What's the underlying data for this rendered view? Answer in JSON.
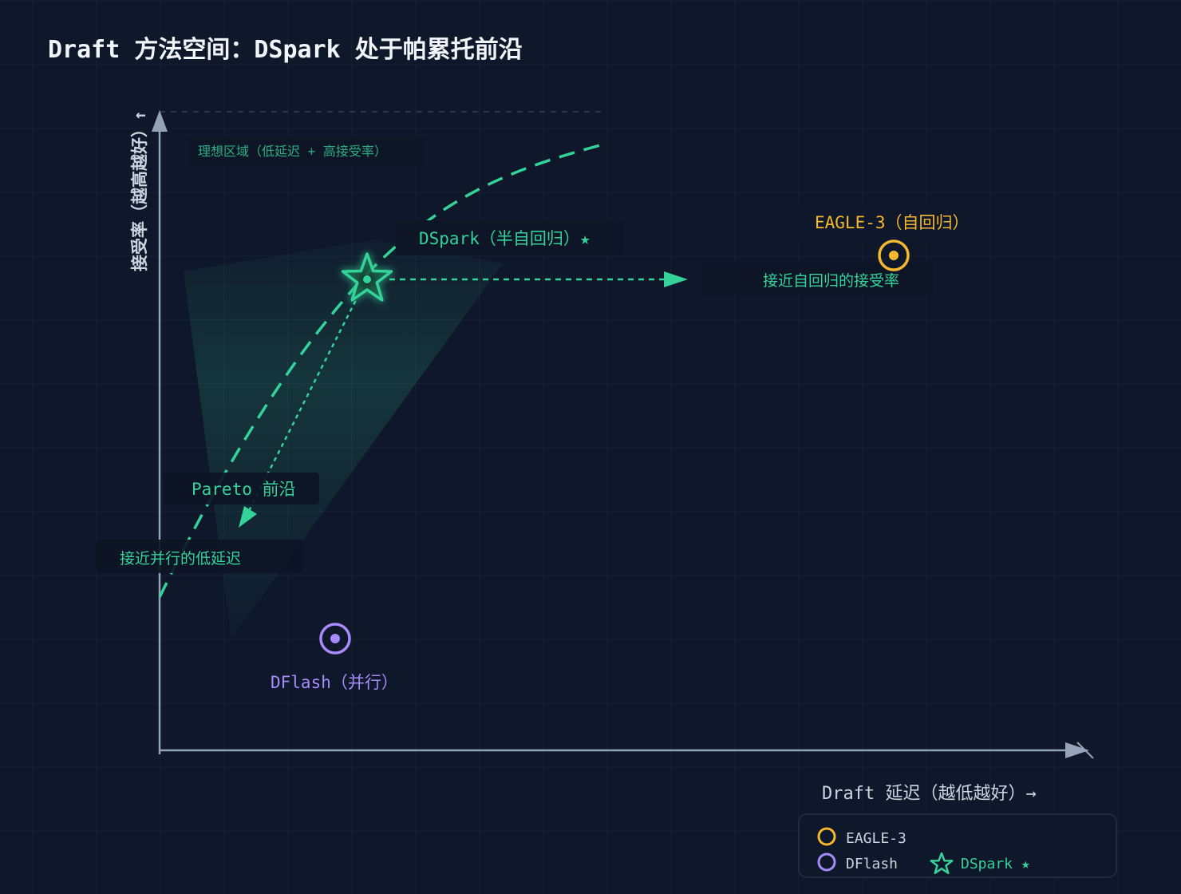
{
  "title": "Draft 方法空间：DSpark 处于帕累托前沿",
  "axes": {
    "y_label": "接受率（越高越好）↑",
    "x_label": "Draft 延迟（越低越好）→"
  },
  "zones": {
    "ideal_label": "理想区域（低延迟 + 高接受率）"
  },
  "points": {
    "eagle": {
      "label": "EAGLE-3（自回归）",
      "color": "#f5b82e"
    },
    "dflash": {
      "label": "DFlash（并行）",
      "color": "#a78bfa"
    },
    "dspark": {
      "label": "DSpark（半自回归）★",
      "color": "#34d399"
    }
  },
  "annotations": {
    "pareto": "Pareto 前沿",
    "near_ar": "接近自回归的接受率",
    "near_parallel": "接近并行的低延迟"
  },
  "legend": {
    "items": [
      {
        "label": "EAGLE-3",
        "color": "#f5b82e",
        "icon": "circle-icon"
      },
      {
        "label": "DFlash",
        "color": "#a78bfa",
        "icon": "circle-icon"
      },
      {
        "label": "DSpark ★",
        "color": "#34d399",
        "icon": "star-icon"
      }
    ]
  },
  "colors": {
    "background": "#0f172a",
    "grid": "#1a2436",
    "axis": "#94a3b8",
    "accent": "#34d399"
  }
}
